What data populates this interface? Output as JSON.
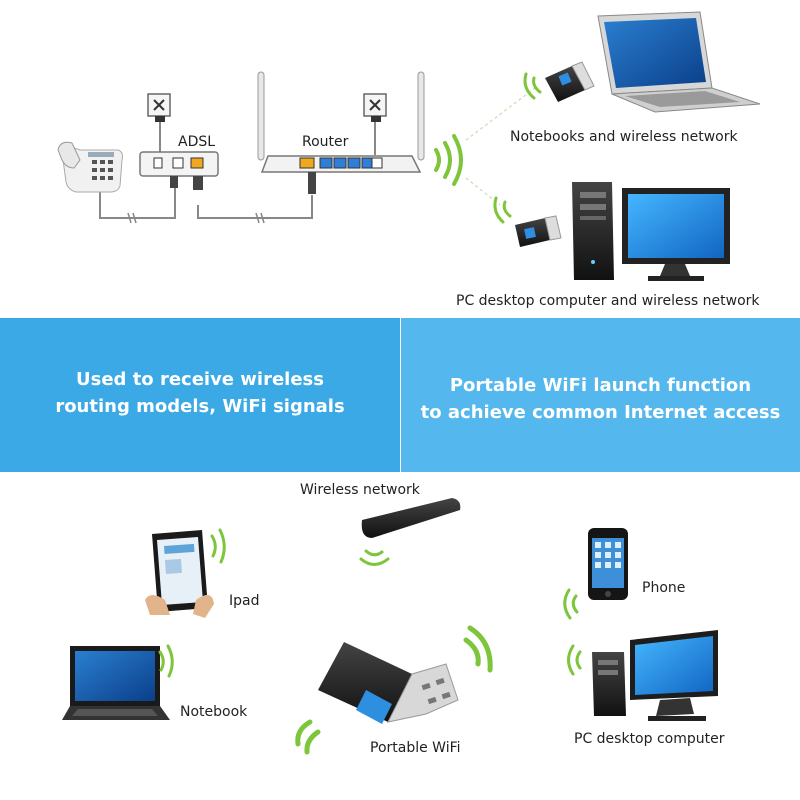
{
  "top": {
    "adsl_label": "ADSL",
    "router_label": "Router",
    "notebook_label": "Notebooks and wireless network",
    "pc_label": "PC desktop computer and wireless network"
  },
  "banner": {
    "left_line1": "Used to receive wireless",
    "left_line2": "routing models, WiFi signals",
    "right_line1": "Portable WiFi launch function",
    "right_line2": "to achieve common Internet access"
  },
  "bottom": {
    "wireless_network_label": "Wireless network",
    "ipad_label": "Ipad",
    "phone_label": "Phone",
    "notebook_label": "Notebook",
    "portable_wifi_label": "Portable WiFi",
    "pc_label": "PC desktop computer"
  },
  "colors": {
    "banner_left": "#3aa9e6",
    "banner_right": "#54b8ee",
    "wifi_green": "#7dc53b",
    "port_orange": "#f0a81e",
    "port_blue": "#2f7fd8"
  },
  "icons": [
    "telephone-icon",
    "wall-socket-icon",
    "adsl-modem-icon",
    "router-icon",
    "usb-wifi-adapter-icon",
    "laptop-icon",
    "desktop-pc-icon",
    "tablet-icon",
    "smartphone-icon",
    "wifi-signal-icon"
  ]
}
